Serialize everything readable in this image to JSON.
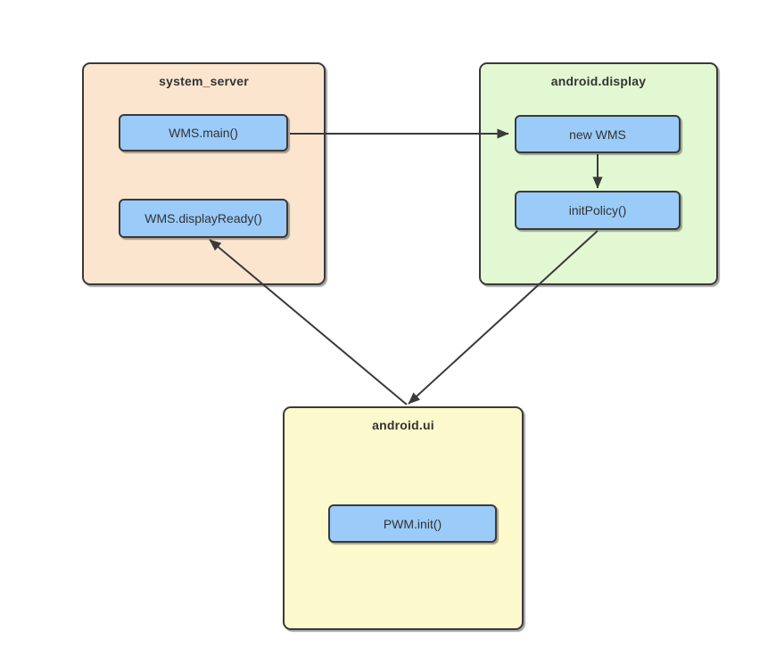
{
  "diagram": {
    "background_color": "#ffffff",
    "line_color": "#3a3a3a",
    "text_color": "#333333",
    "node_fill_color": "#9acbf9",
    "containers": [
      {
        "label": "system_server",
        "fill": "#fbe5cf",
        "nodes": [
          {
            "label": "WMS.main()"
          },
          {
            "label": "WMS.displayReady()"
          }
        ]
      },
      {
        "label": "android.display",
        "fill": "#e2f8d3",
        "nodes": [
          {
            "label": "new WMS"
          },
          {
            "label": "initPolicy()"
          }
        ]
      },
      {
        "label": "android.ui",
        "fill": "#fcfacc",
        "nodes": [
          {
            "label": "PWM.init()"
          }
        ]
      }
    ],
    "edges": [
      {
        "from": "WMS.main()",
        "to": "new WMS"
      },
      {
        "from": "new WMS",
        "to": "initPolicy()"
      },
      {
        "from": "initPolicy()",
        "to": "android.ui"
      },
      {
        "from": "android.ui",
        "to": "WMS.displayReady()"
      }
    ]
  }
}
